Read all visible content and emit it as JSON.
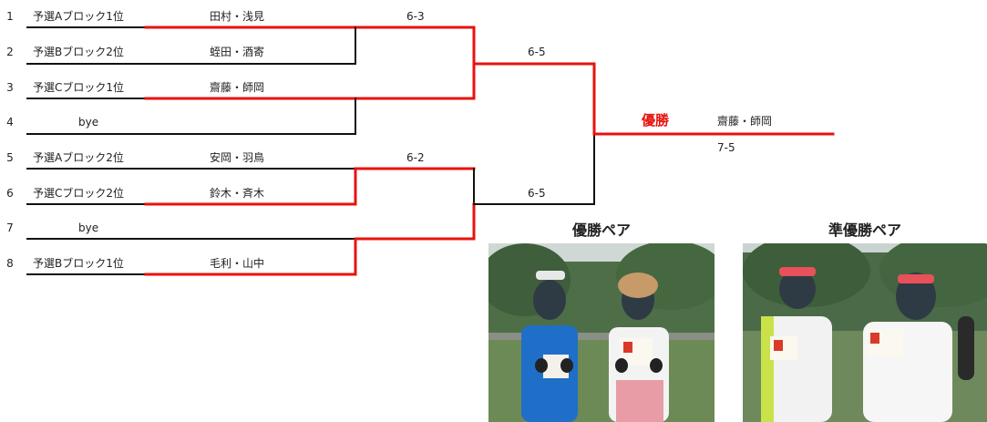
{
  "bracket": {
    "entries": [
      {
        "num": "1",
        "seed": "予選Aブロック1位",
        "pair": "田村・浅見"
      },
      {
        "num": "2",
        "seed": "予選Bブロック2位",
        "pair": "蛭田・酒寄"
      },
      {
        "num": "3",
        "seed": "予選Cブロック1位",
        "pair": "齋藤・師岡"
      },
      {
        "num": "4",
        "seed": "bye",
        "pair": ""
      },
      {
        "num": "5",
        "seed": "予選Aブロック2位",
        "pair": "安岡・羽鳥"
      },
      {
        "num": "6",
        "seed": "予選Cブロック2位",
        "pair": "鈴木・斉木"
      },
      {
        "num": "7",
        "seed": "bye",
        "pair": ""
      },
      {
        "num": "8",
        "seed": "予選Bブロック1位",
        "pair": "毛利・山中"
      }
    ],
    "scores": {
      "r1_top": "6-3",
      "r1_bottom": "6-2",
      "semi_top": "6-5",
      "semi_bottom": "6-5",
      "final": "7-5"
    },
    "champion_label": "優勝",
    "champion_pair": "齋藤・師岡",
    "winner_color": "#e8120c",
    "line_color": "#111111"
  },
  "photos": {
    "winner_caption": "優勝ペア",
    "runnerup_caption": "準優勝ペア"
  }
}
